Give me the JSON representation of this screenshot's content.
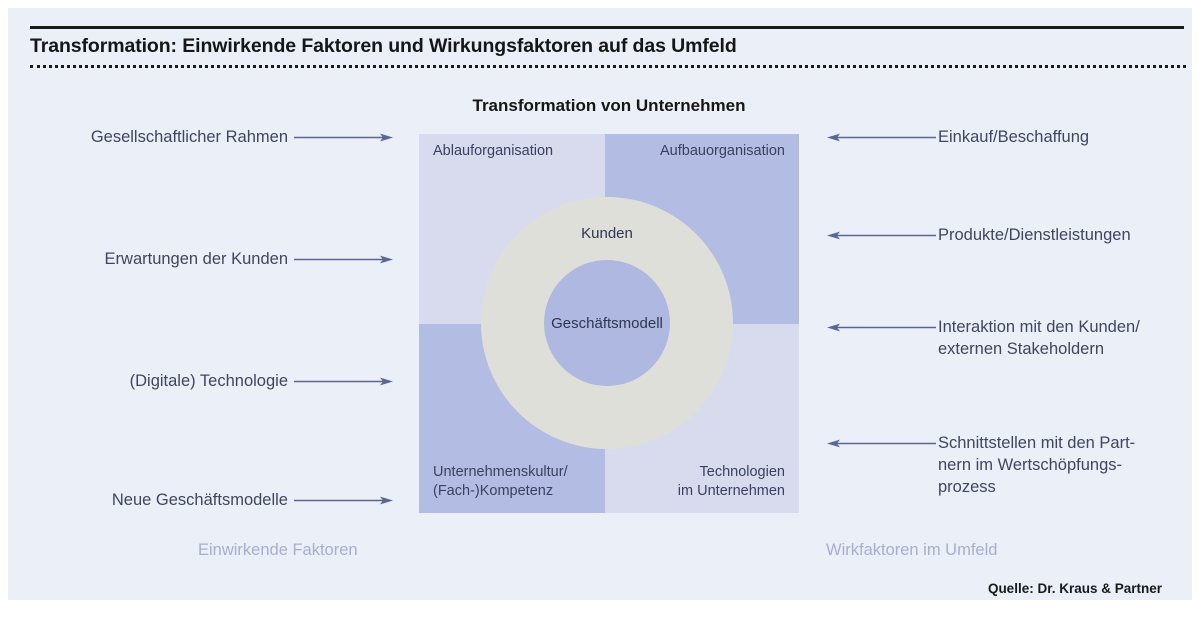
{
  "header": {
    "title": "Transformation: Einwirkende Faktoren und Wirkungsfaktoren auf das Umfeld"
  },
  "diagram": {
    "center_title": "Transformation von Unternehmen",
    "quadrants": [
      {
        "id": "ablauforganisation",
        "label": "Ablauforganisation",
        "color": "#d8daee",
        "position": "top-left"
      },
      {
        "id": "aufbauorganisation",
        "label": "Aufbauorganisation",
        "color": "#b3bde4",
        "position": "top-right"
      },
      {
        "id": "unternehmenskultur",
        "label": "Unternehmenskultur/\n(Fach-)Kompetenz",
        "color": "#b3bde4",
        "position": "bottom-left"
      },
      {
        "id": "technologien",
        "label": "Technologien\nim Unternehmen",
        "color": "#d8daee",
        "position": "bottom-right"
      }
    ],
    "ring_label": "Kunden",
    "core_label": "Geschäftsmodell",
    "ring_color": "#dfdfda",
    "core_color": "#aeb8e0"
  },
  "left_factors": {
    "caption": "Einwirkende Faktoren",
    "items": [
      {
        "label": "Gesellschaftlicher Rahmen"
      },
      {
        "label": "Erwartungen der Kunden"
      },
      {
        "label": "(Digitale) Technologie"
      },
      {
        "label": "Neue Geschäftsmodelle"
      }
    ]
  },
  "right_factors": {
    "caption": "Wirkfaktoren im Umfeld",
    "items": [
      {
        "label": "Einkauf/Beschaffung"
      },
      {
        "label": "Produkte/Dienstleistungen"
      },
      {
        "label": "Interaktion mit den Kunden/\nexternen Stakeholdern"
      },
      {
        "label": "Schnittstellen mit den Part-\nnern im Wertschöpfungs-\nprozess"
      }
    ]
  },
  "footer": {
    "source": "Quelle: Dr. Kraus & Partner"
  },
  "colors": {
    "page_background": "#eaeff8",
    "arrow": "#5b6694",
    "text_primary": "#40465f",
    "caption": "#a8aed0"
  }
}
